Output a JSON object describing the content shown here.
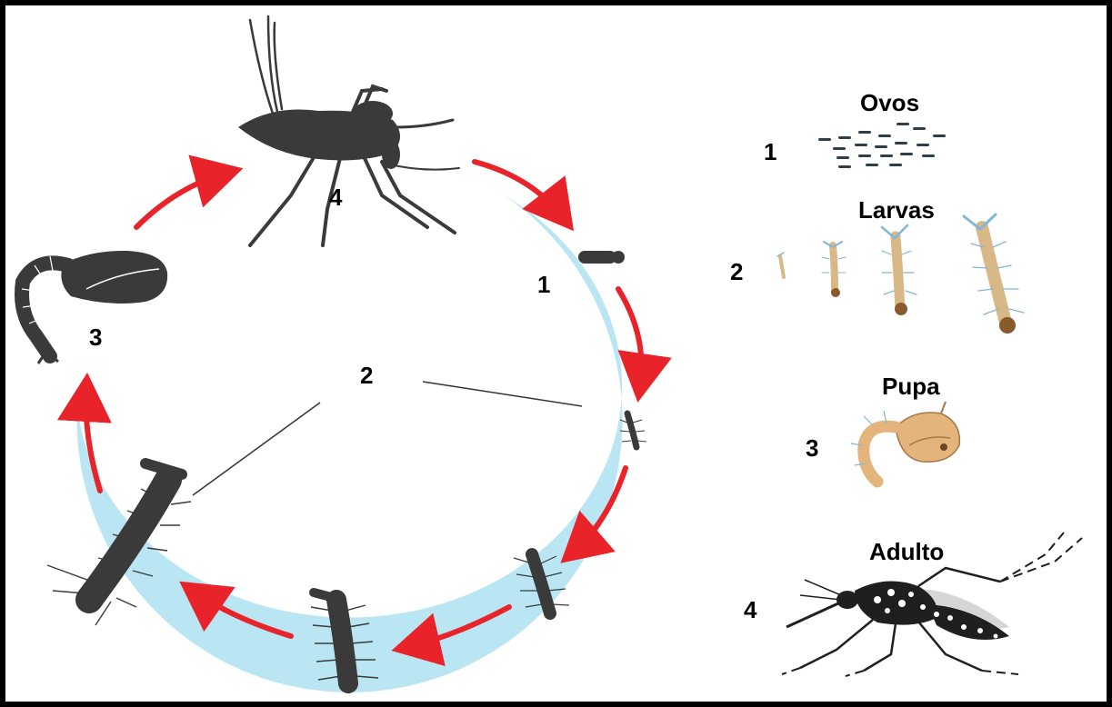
{
  "colors": {
    "border": "#000000",
    "water_band": "#b9e6f2",
    "arrow": "#e8232a",
    "silhouette": "#3a3a3a",
    "larva_tan": "#d9b887",
    "larva_brown": "#8a5a2b",
    "pupa_tan": "#e3b57d",
    "adult_black": "#1f1f1f",
    "adult_spots": "#ffffff"
  },
  "cycle": {
    "labels": {
      "egg": "1",
      "larva": "2",
      "pupa": "3",
      "adult": "4"
    },
    "icons": [
      "mosquito-silhouette-icon",
      "egg-silhouette-icon",
      "larva-silhouette-icon",
      "pupa-silhouette-icon",
      "red-arrow-icon"
    ]
  },
  "legend": {
    "stages": [
      {
        "number": "1",
        "title": "Ovos",
        "icon": "eggs-icon"
      },
      {
        "number": "2",
        "title": "Larvas",
        "icon": "larvae-icon"
      },
      {
        "number": "3",
        "title": "Pupa",
        "icon": "pupa-icon"
      },
      {
        "number": "4",
        "title": "Adulto",
        "icon": "adult-mosquito-icon"
      }
    ]
  }
}
